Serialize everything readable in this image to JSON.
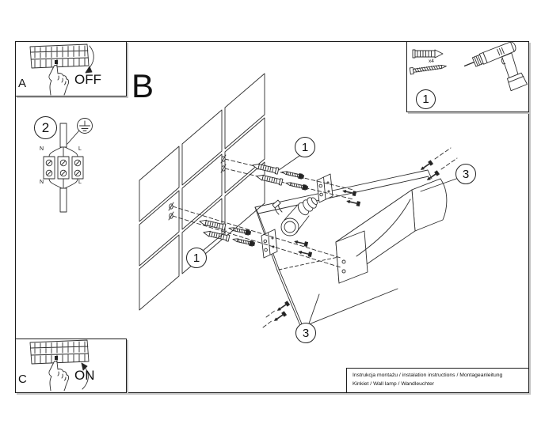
{
  "colors": {
    "line": "#2e2e2e",
    "background": "#ffffff",
    "border": "#1c1c1c",
    "shadow": "#c6c6c6"
  },
  "steps": {
    "a": {
      "label": "A",
      "switch_state": "OFF",
      "icons": [
        "breaker-panel-icon",
        "pointing-hand-icon",
        "curved-arrow-down-icon"
      ]
    },
    "b": {
      "label": "B"
    },
    "c": {
      "label": "C",
      "switch_state": "ON",
      "icons": [
        "breaker-panel-icon",
        "pointing-hand-icon",
        "curved-arrow-up-icon"
      ]
    }
  },
  "wiring": {
    "number": "2",
    "labels": {
      "top_left": "N",
      "top_right": "L",
      "bottom_left": "N",
      "bottom_right": "L"
    },
    "icons": [
      "earth-ground-icon",
      "terminal-block-icon",
      "cable-icon"
    ]
  },
  "tools": {
    "number": "1",
    "anchor_qty": "x4",
    "icons": [
      "wall-anchor-icon",
      "screw-icon",
      "drill-icon"
    ]
  },
  "diagram": {
    "callouts": {
      "anchors_upper": "1",
      "anchors_lower": "1",
      "screws_upper": "3",
      "screws_lower": "3"
    },
    "icons": [
      "tiled-wall-icon",
      "drill-hole-icon",
      "wall-anchor-icon",
      "screw-icon",
      "mounting-bracket-icon",
      "lamp-back-panel-icon",
      "lamp-body-icon",
      "lamp-socket-icon"
    ]
  },
  "title_block": {
    "line1": "Instrukcja montażu / instalation instructions / Montageanleitung",
    "line2": "Kinkiet / Wall lamp / Wandleuchter"
  }
}
